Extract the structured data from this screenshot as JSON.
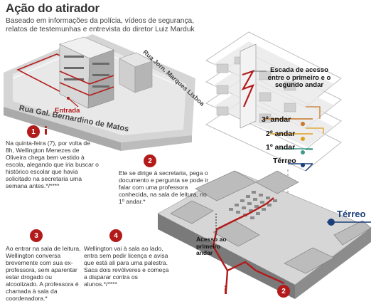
{
  "header": {
    "title": "Ação do atirador",
    "subtitle": "Baseado em informações da polícia, vídeos de segurança, relatos de testemunhas e entrevista do diretor Luiz Marduk"
  },
  "map": {
    "street_1": "Rua Jorn. Marques Lisboa",
    "street_2": "Rua Gal. Bernardino de Matos",
    "entrance": "Entrada"
  },
  "steps": [
    {
      "num": "1",
      "text": "Na quinta-feira (7), por volta de 8h, Wellington Menezes de Oliveira chega bem vestido à escola, alegando que iria buscar o histórico escolar que havia solicitado na secretaria uma semana antes.*/****"
    },
    {
      "num": "2",
      "text": "Ele se dirige à secretaria, pega o documento e pergunta se pode ir falar com uma professora conhecida, na sala de leitura, no 1º andar.*"
    },
    {
      "num": "3",
      "text": "Ao entrar na sala de leitura, Wellington conversa brevemente com sua ex-professora, sem aparentar estar drogado ou alcoolizado. A professora é chamada à sala da coordenadora.*"
    },
    {
      "num": "4",
      "text": "Wellington vai à sala ao lado, entra sem pedir licença e avisa que está ali para uma palestra. Saca dois revólveres e começa a disparar contra os alunos.*/****"
    }
  ],
  "building": {
    "stairs_label": "Escada de acesso entre o primeiro e o segundo andar",
    "floors": [
      "3º andar",
      "2º andar",
      "1º andar",
      "Térreo"
    ],
    "floor_colors": [
      "#c8782b",
      "#e0a020",
      "#3f9a8a",
      "#1c3f7a"
    ]
  },
  "ground_floor": {
    "label": "Térreo",
    "access_label": "Acesso ao primeiro andar",
    "badge": "2"
  },
  "colors": {
    "accent": "#b31b1b",
    "navy": "#1c3f7a"
  }
}
